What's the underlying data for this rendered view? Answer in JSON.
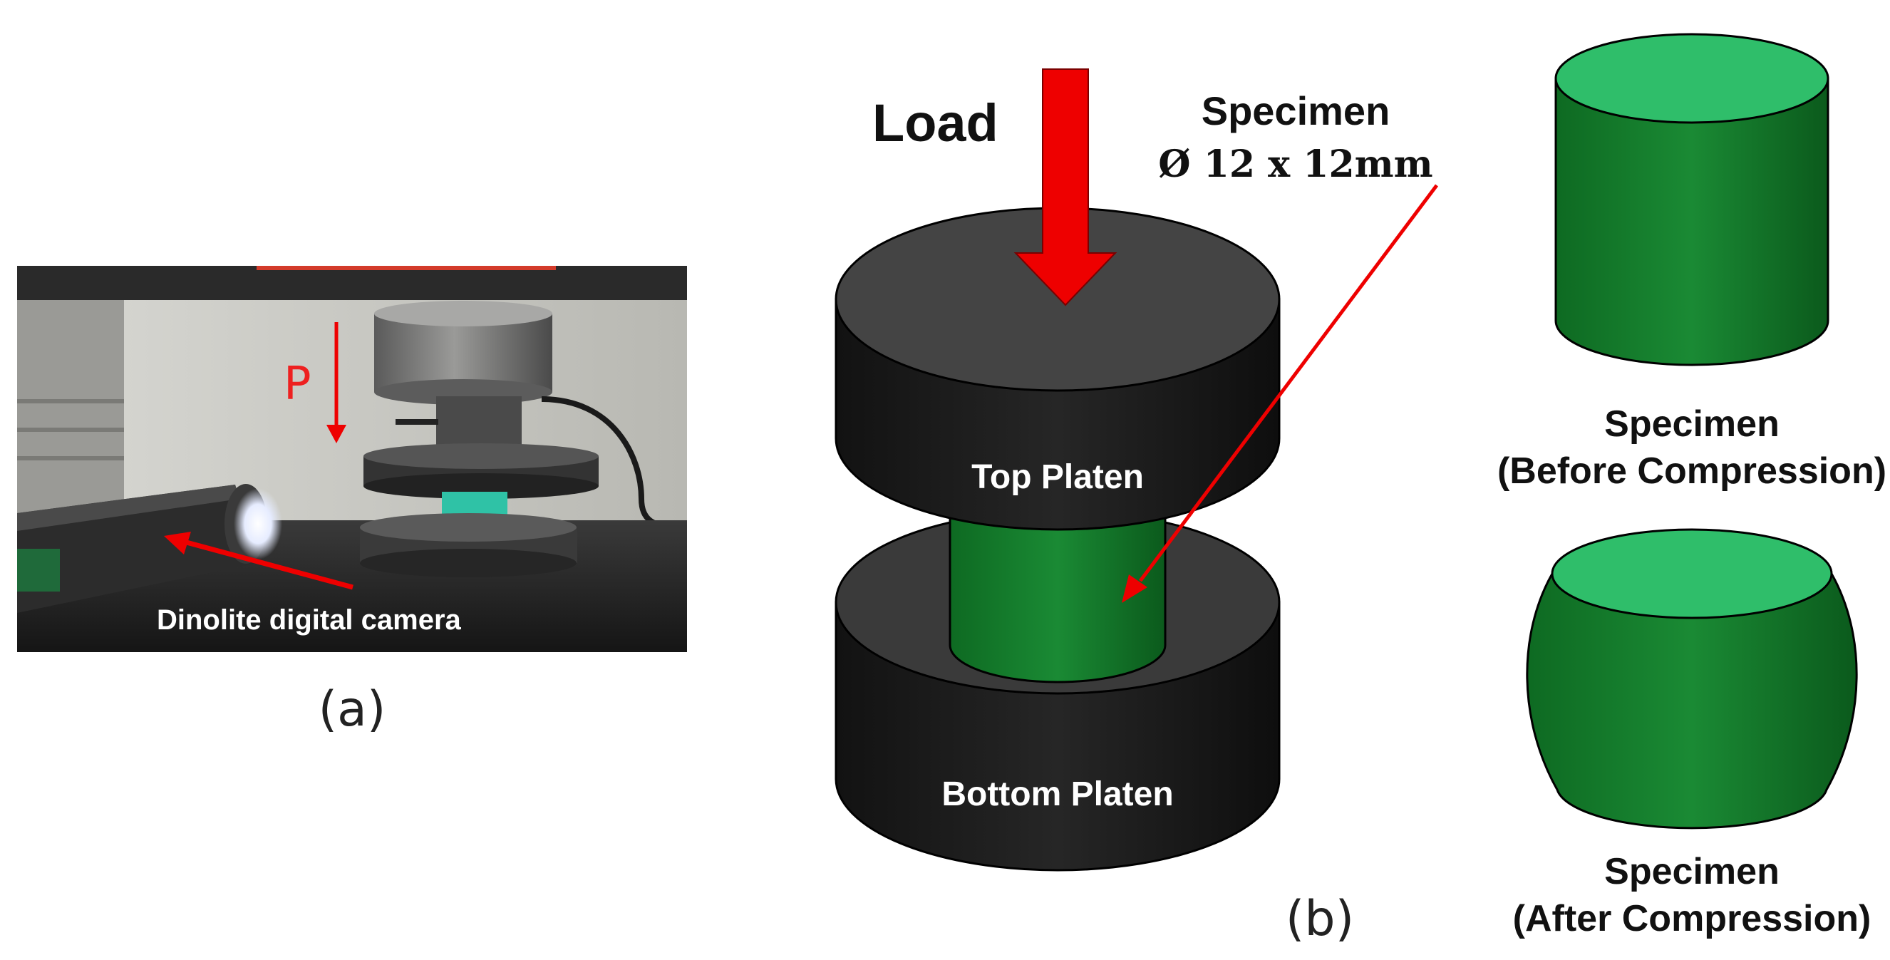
{
  "panel_a": {
    "force_label": "P",
    "camera_label": "Dinolite digital camera",
    "caption": "(a)"
  },
  "panel_b": {
    "load_label": "Load",
    "specimen_label": "Specimen",
    "specimen_dims": "Ø 12 x 12mm",
    "top_platen_label": "Top Platen",
    "bottom_platen_label": "Bottom Platen",
    "caption": "(b)",
    "before": {
      "line1": "Specimen",
      "line2": "(Before Compression)"
    },
    "after": {
      "line1": "Specimen",
      "line2": "(After Compression)"
    }
  },
  "colors": {
    "arrow_red": "#ee0000",
    "platen_dark": "#1c1c1c",
    "platen_top": "#3c3c3c",
    "specimen_green": "#137a2a",
    "specimen_top": "#2fbe6a"
  }
}
